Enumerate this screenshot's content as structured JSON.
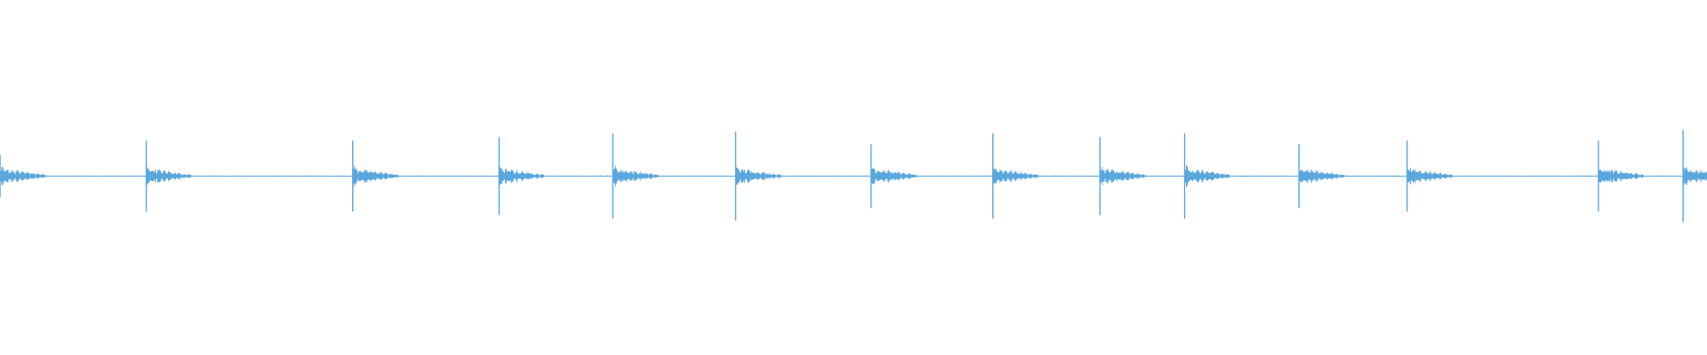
{
  "waveform": {
    "color": "#5aa7de",
    "baseline_fraction": 0.496,
    "duration_seconds": 30.0,
    "onsets_seconds": [
      0.0,
      2.57,
      6.2,
      8.77,
      10.77,
      12.93,
      15.31,
      17.45,
      19.33,
      20.82,
      22.83,
      24.73,
      28.09,
      29.58
    ],
    "transient_peaks": [
      0.12,
      0.2,
      0.2,
      0.22,
      0.24,
      0.25,
      0.18,
      0.24,
      0.22,
      0.24,
      0.18,
      0.2,
      0.2,
      0.26
    ],
    "tail_amplitude": 0.04,
    "tail_length_seconds": 0.8,
    "noise_floor": 0.004
  }
}
